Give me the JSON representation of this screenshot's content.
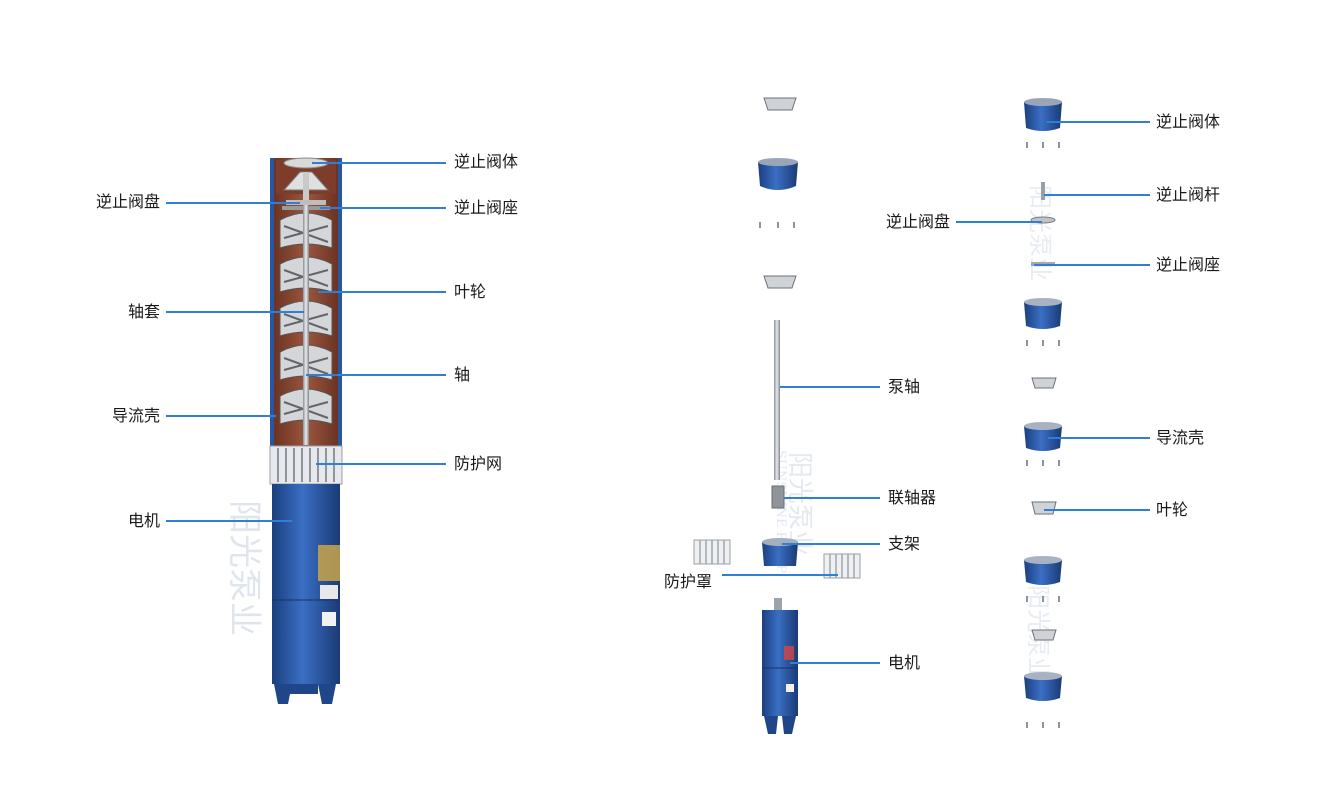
{
  "colors": {
    "leader": "#2f7fd6",
    "pump_blue": "#2756a3",
    "pump_blue_dark": "#1a3f7e",
    "bowl_brown": "#8a4a35",
    "steel": "#b9bcc2"
  },
  "left_labels": {
    "check_valve_body": "逆止阀体",
    "check_valve_disc": "逆止阀盘",
    "check_valve_seat": "逆止阀座",
    "impeller": "叶轮",
    "bushing": "轴套",
    "shaft": "轴",
    "diffuser": "导流壳",
    "screen": "防护网",
    "motor": "电机"
  },
  "middle_labels": {
    "pump_shaft": "泵轴",
    "coupling": "联轴器",
    "bracket": "支架",
    "guard": "防护罩",
    "motor": "电机"
  },
  "right_labels": {
    "check_valve_body": "逆止阀体",
    "check_valve_stem": "逆止阀杆",
    "check_valve_disc": "逆止阀盘",
    "check_valve_seat": "逆止阀座",
    "diffuser": "导流壳",
    "impeller": "叶轮"
  },
  "watermark": {
    "brand_cn": "阳光泵业",
    "brand_en": "SUNSHINE PUMP"
  }
}
